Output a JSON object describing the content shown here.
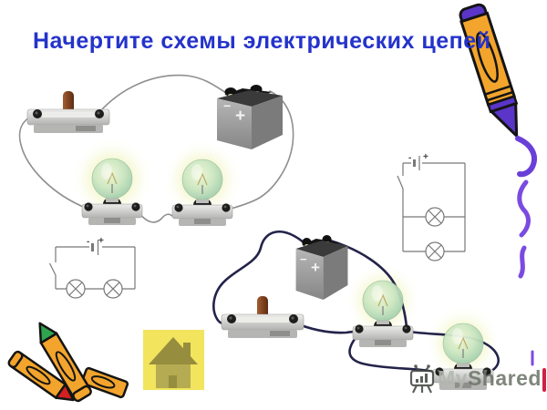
{
  "slide": {
    "title": "Начертите схемы электрических цепей"
  },
  "components": {
    "battery": {
      "minus": "−",
      "plus": "+"
    },
    "schematic": {
      "minus": "-",
      "plus": "+"
    }
  },
  "circuits": {
    "top_left_photo": {
      "kind": "illustration",
      "parts": [
        "knife-switch",
        "battery",
        "light-bulb",
        "light-bulb"
      ],
      "wiring": "series"
    },
    "bottom_right_photo": {
      "kind": "illustration",
      "parts": [
        "battery",
        "knife-switch",
        "light-bulb",
        "light-bulb"
      ],
      "wiring": "parallel"
    },
    "left_schematic": {
      "kind": "schematic",
      "elements": [
        "battery",
        "switch",
        "lamp",
        "lamp"
      ],
      "topology": "series"
    },
    "right_schematic": {
      "kind": "schematic",
      "elements": [
        "battery",
        "switch",
        "lamp",
        "lamp"
      ],
      "topology": "parallel"
    }
  },
  "decorations": {
    "top_right": "crayon-icon",
    "bottom_left": "crayons-icon",
    "home_button": "home-icon"
  },
  "watermark": {
    "part1": "My",
    "part2": "Shared"
  },
  "colors": {
    "title": "#2433cb",
    "background": "#ffffff",
    "wire_gray": "#8f8f8f",
    "wire_navy": "#23234a",
    "schematic_line": "#787878",
    "crayon_yellow": "#f2a42c",
    "crayon_purple": "#5a35c8",
    "crayon_green": "#2ea44e",
    "crayon_red": "#d42020",
    "home_background": "#f2e45c",
    "home_house": "#978d3e",
    "bulb_glow": "#f2f4b4"
  }
}
